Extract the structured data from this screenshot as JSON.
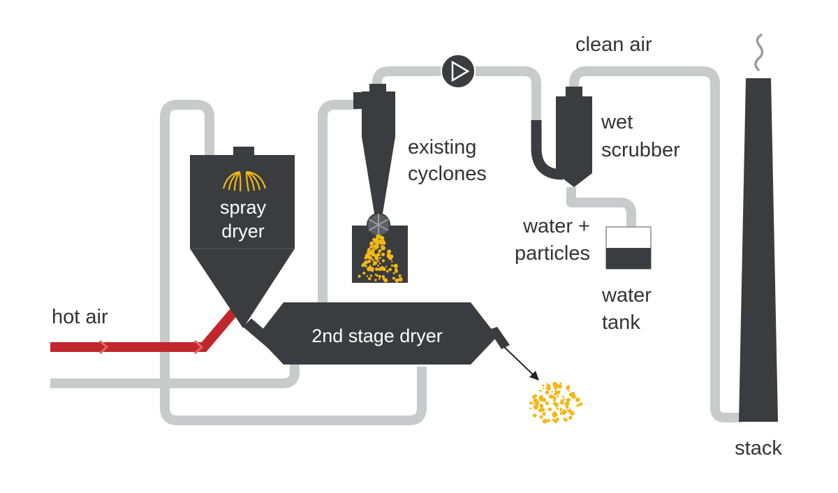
{
  "labels": {
    "hot_air": "hot air",
    "clean_air": "clean air",
    "spray_dryer_line1": "spray",
    "spray_dryer_line2": "dryer",
    "cyclones_line1": "existing",
    "cyclones_line2": "cyclones",
    "scrubber_line1": "wet",
    "scrubber_line2": "scrubber",
    "water_particles_line1": "water +",
    "water_particles_line2": "particles",
    "water_tank_line1": "water",
    "water_tank_line2": "tank",
    "second_stage_dryer": "2nd stage dryer",
    "stack": "stack"
  },
  "colors": {
    "pipe": "#c8cacb",
    "equipment": "#3a3c3f",
    "hot_air": "#c0272d",
    "particles": "#f2b817",
    "text": "#333333"
  },
  "icons": {
    "fan": "play-circle-icon",
    "spray": "spray-fan-icon",
    "smoke": "smoke-wisp-icon"
  }
}
